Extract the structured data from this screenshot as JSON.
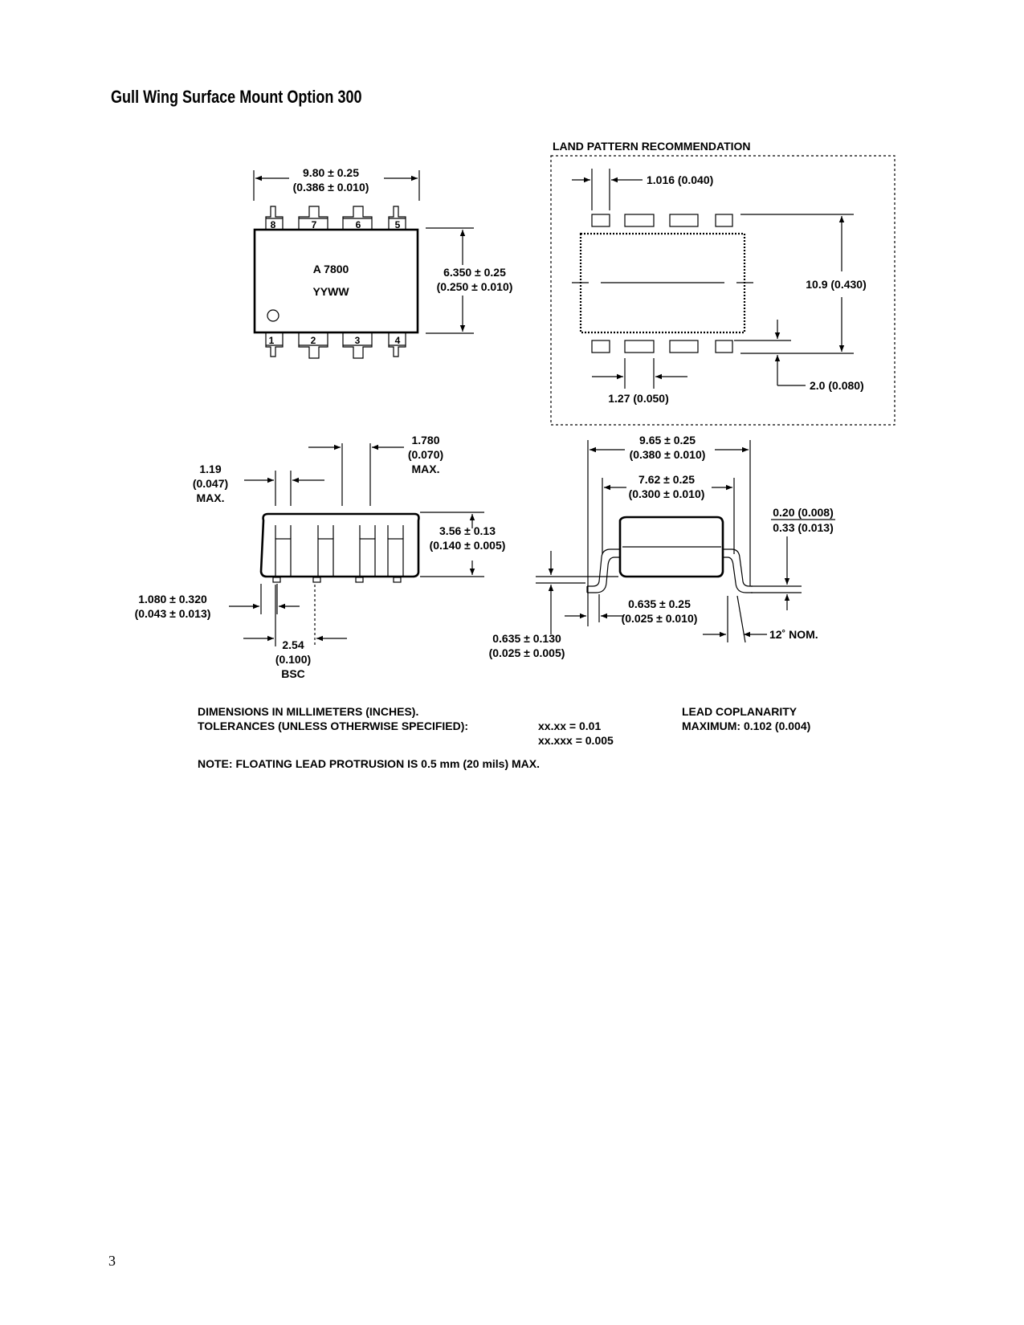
{
  "page": {
    "title": "Gull Wing Surface Mount Option 300",
    "page_number": "3"
  },
  "top_view": {
    "width_mm": "9.80 ± 0.25",
    "width_in": "(0.386 ± 0.010)",
    "height_mm": "6.350 ± 0.25",
    "height_in": "(0.250 ± 0.010)",
    "marking_line1": "A 7800",
    "marking_line2": "YYWW",
    "pins_top": [
      "8",
      "7",
      "6",
      "5"
    ],
    "pins_bottom": [
      "1",
      "2",
      "3",
      "4"
    ]
  },
  "land_pattern": {
    "heading": "LAND PATTERN RECOMMENDATION",
    "pad_width": "1.016 (0.040)",
    "overall_height": "10.9 (0.430)",
    "pad_pitch": "1.27 (0.050)",
    "pad_length": "2.0 (0.080)"
  },
  "side_view": {
    "lead_width_max_l1": "1.19",
    "lead_width_max_l2": "(0.047)",
    "lead_width_max_l3": "MAX.",
    "shoulder_max_l1": "1.780",
    "shoulder_max_l2": "(0.070)",
    "shoulder_max_l3": "MAX.",
    "body_height_mm": "3.56 ± 0.13",
    "body_height_in": "(0.140 ± 0.005)",
    "lead_pos_mm": "1.080 ± 0.320",
    "lead_pos_in": "(0.043 ± 0.013)",
    "pitch_l1": "2.54",
    "pitch_l2": "(0.100)",
    "pitch_l3": "BSC"
  },
  "end_view": {
    "overall_mm": "9.65 ± 0.25",
    "overall_in": "(0.380 ± 0.010)",
    "row_spacing_mm": "7.62 ± 0.25",
    "row_spacing_in": "(0.300 ± 0.010)",
    "lead_thk_a": "0.20 (0.008)",
    "lead_thk_b": "0.33 (0.013)",
    "standoff_mm": "0.635 ± 0.130",
    "standoff_in": "(0.025 ± 0.005)",
    "foot_mm": "0.635 ± 0.25",
    "foot_in": "(0.025 ± 0.010)",
    "angle": "12˚ NOM."
  },
  "notes": {
    "dims_line": "DIMENSIONS IN MILLIMETERS (INCHES).",
    "tol_line": "TOLERANCES (UNLESS OTHERWISE SPECIFIED):",
    "tol_a": "xx.xx = 0.01",
    "tol_b": "xx.xxx = 0.005",
    "coplan_l1": "LEAD COPLANARITY",
    "coplan_l2": "MAXIMUM: 0.102 (0.004)",
    "float_note": "NOTE: FLOATING LEAD PROTRUSION IS 0.5 mm (20 mils) MAX."
  }
}
